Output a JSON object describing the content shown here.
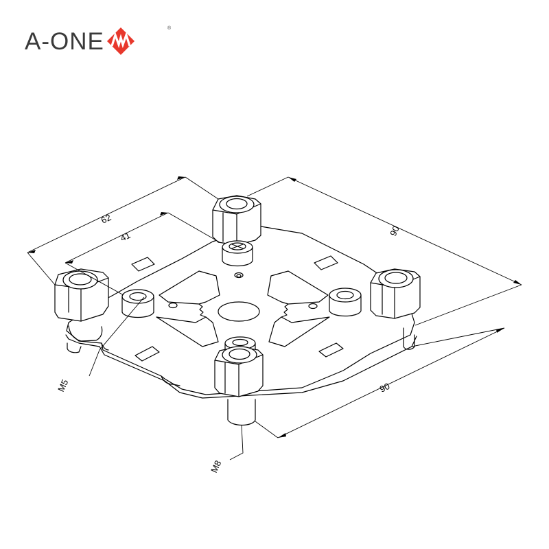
{
  "brand": {
    "name": "A-ONE",
    "registered_mark": "®",
    "mark_color": "#e8382c"
  },
  "dimensions": {
    "overall_width_a": "90",
    "overall_width_b": "90",
    "outer_span": "62",
    "inner_span": "41"
  },
  "callouts": {
    "small_screw": "M5",
    "center_stud": "M8"
  }
}
